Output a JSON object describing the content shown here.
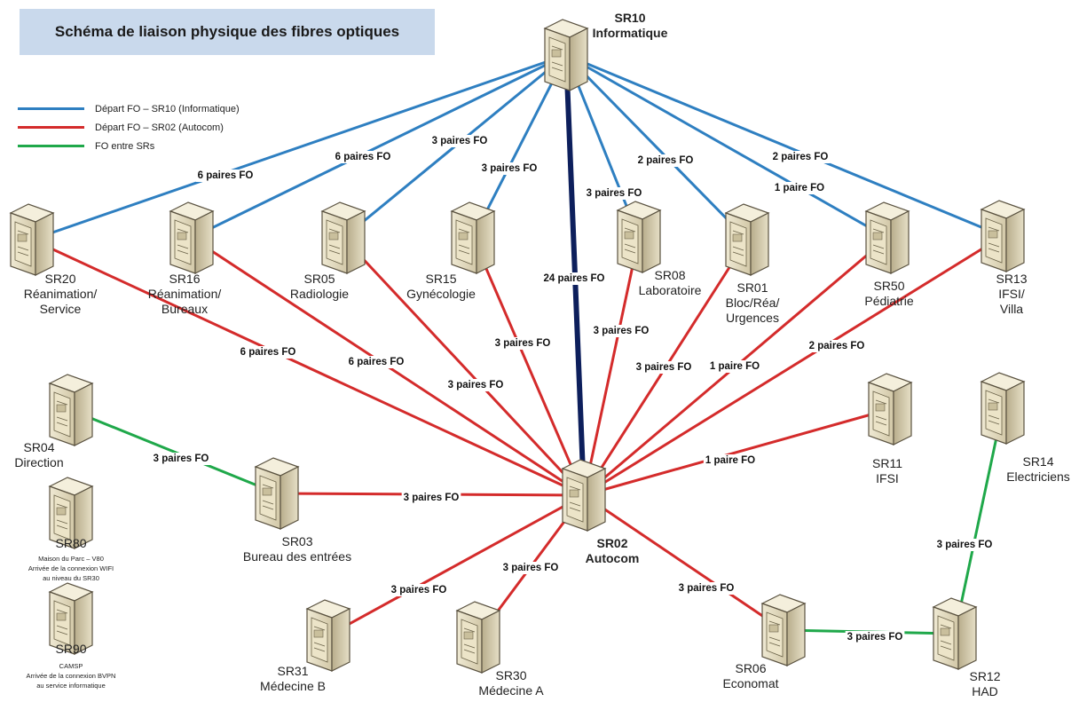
{
  "title": "Schéma de liaison physique des fibres optiques",
  "legend": [
    {
      "label": "Départ FO – SR10 (Informatique)",
      "color": "#2e7fc1"
    },
    {
      "label": "Départ FO – SR02 (Autocom)",
      "color": "#d42b2b"
    },
    {
      "label": "FO entre SRs",
      "color": "#1fa84a"
    }
  ],
  "colors": {
    "blue": "#2e7fc1",
    "red": "#d42b2b",
    "green": "#1fa84a",
    "navy": "#0d1f5c",
    "server_body": "#d8cfb2"
  },
  "nodes": {
    "sr10": {
      "code": "SR10",
      "name": "Informatique"
    },
    "sr02": {
      "code": "SR02",
      "name": "Autocom"
    },
    "sr20": {
      "code": "SR20",
      "name_1": "Réanimation/",
      "name_2": "Service"
    },
    "sr16": {
      "code": "SR16",
      "name_1": "Réanimation/",
      "name_2": "Bureaux"
    },
    "sr05": {
      "code": "SR05",
      "name": "Radiologie"
    },
    "sr15": {
      "code": "SR15",
      "name": "Gynécologie"
    },
    "sr08": {
      "code": "SR08",
      "name": "Laboratoire"
    },
    "sr01": {
      "code": "SR01",
      "name_1": "Bloc/Réa/",
      "name_2": "Urgences"
    },
    "sr50": {
      "code": "SR50",
      "name": "Pédiatrie"
    },
    "sr13": {
      "code": "SR13",
      "name_1": "IFSI/",
      "name_2": "Villa"
    },
    "sr04": {
      "code": "SR04",
      "name": "Direction"
    },
    "sr03": {
      "code": "SR03",
      "name": "Bureau des entrées"
    },
    "sr11": {
      "code": "SR11",
      "name": "IFSI"
    },
    "sr14": {
      "code": "SR14",
      "name": "Electriciens"
    },
    "sr80": {
      "code": "SR80",
      "note_1": "Maison du Parc – V80",
      "note_2": "Arrivée de la connexion WIFI",
      "note_3": "au niveau du SR30"
    },
    "sr90": {
      "code": "SR90",
      "note_1": "CAMSP",
      "note_2": "Arrivée de la connexion BVPN",
      "note_3": "au service informatique"
    },
    "sr31": {
      "code": "SR31",
      "name": "Médecine B"
    },
    "sr30": {
      "code": "SR30",
      "name": "Médecine A"
    },
    "sr06": {
      "code": "SR06",
      "name": "Economat"
    },
    "sr12": {
      "code": "SR12",
      "name": "HAD"
    }
  },
  "links": [
    {
      "from": "SR10",
      "to": "SR20",
      "label": "6 paires FO",
      "type": "blue"
    },
    {
      "from": "SR10",
      "to": "SR16",
      "label": "6 paires FO",
      "type": "blue"
    },
    {
      "from": "SR10",
      "to": "SR05",
      "label": "3 paires FO",
      "type": "blue"
    },
    {
      "from": "SR10",
      "to": "SR15",
      "label": "3 paires FO",
      "type": "blue"
    },
    {
      "from": "SR10",
      "to": "SR08",
      "label": "3 paires FO",
      "type": "blue"
    },
    {
      "from": "SR10",
      "to": "SR01",
      "label": "2 paires FO",
      "type": "blue"
    },
    {
      "from": "SR10",
      "to": "SR50",
      "label": "1 paire FO",
      "type": "blue"
    },
    {
      "from": "SR10",
      "to": "SR13",
      "label": "2 paires FO",
      "type": "blue"
    },
    {
      "from": "SR10",
      "to": "SR02",
      "label": "24 paires FO",
      "type": "navy"
    },
    {
      "from": "SR02",
      "to": "SR20",
      "label": "6 paires FO",
      "type": "red"
    },
    {
      "from": "SR02",
      "to": "SR16",
      "label": "6 paires FO",
      "type": "red"
    },
    {
      "from": "SR02",
      "to": "SR05",
      "label": "3 paires FO",
      "type": "red"
    },
    {
      "from": "SR02",
      "to": "SR15",
      "label": "3 paires FO",
      "type": "red"
    },
    {
      "from": "SR02",
      "to": "SR08",
      "label": "3 paires FO",
      "type": "red"
    },
    {
      "from": "SR02",
      "to": "SR01",
      "label": "3 paires FO",
      "type": "red"
    },
    {
      "from": "SR02",
      "to": "SR50",
      "label": "1 paire FO",
      "type": "red"
    },
    {
      "from": "SR02",
      "to": "SR13",
      "label": "2 paires FO",
      "type": "red"
    },
    {
      "from": "SR02",
      "to": "SR11",
      "label": "1 paire FO",
      "type": "red"
    },
    {
      "from": "SR02",
      "to": "SR03",
      "label": "3 paires FO",
      "type": "red"
    },
    {
      "from": "SR02",
      "to": "SR31",
      "label": "3 paires FO",
      "type": "red"
    },
    {
      "from": "SR02",
      "to": "SR30",
      "label": "3 paires FO",
      "type": "red"
    },
    {
      "from": "SR02",
      "to": "SR06",
      "label": "3 paires FO",
      "type": "red"
    },
    {
      "from": "SR04",
      "to": "SR03",
      "label": "3 paires FO",
      "type": "green"
    },
    {
      "from": "SR06",
      "to": "SR12",
      "label": "3 paires FO",
      "type": "green"
    },
    {
      "from": "SR12",
      "to": "SR14",
      "label": "3 paires FO",
      "type": "green"
    }
  ]
}
